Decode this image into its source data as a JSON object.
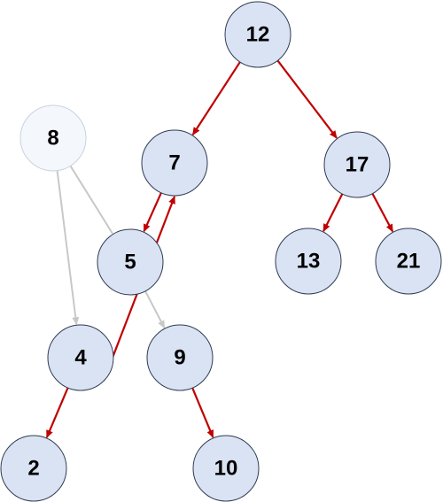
{
  "colors": {
    "node_fill": "#dae3f3",
    "node_stroke": "#2f3b52",
    "faded_fill": "#f4f7fb",
    "faded_stroke": "#c9d2e2",
    "active_edge": "#c00000",
    "faded_edge": "#c8c8c8"
  },
  "nodes": [
    {
      "id": "n12",
      "label": "12",
      "style": "normal"
    },
    {
      "id": "n7",
      "label": "7",
      "style": "normal"
    },
    {
      "id": "n17",
      "label": "17",
      "style": "normal"
    },
    {
      "id": "n8",
      "label": "8",
      "style": "faded"
    },
    {
      "id": "n5",
      "label": "5",
      "style": "normal"
    },
    {
      "id": "n13",
      "label": "13",
      "style": "normal"
    },
    {
      "id": "n21",
      "label": "21",
      "style": "normal"
    },
    {
      "id": "n4",
      "label": "4",
      "style": "normal"
    },
    {
      "id": "n9",
      "label": "9",
      "style": "normal"
    },
    {
      "id": "n2",
      "label": "2",
      "style": "normal"
    },
    {
      "id": "n10",
      "label": "10",
      "style": "normal"
    }
  ],
  "edges": [
    {
      "from": "n12",
      "to": "n7",
      "style": "active",
      "arrow": true
    },
    {
      "from": "n12",
      "to": "n17",
      "style": "active",
      "arrow": true
    },
    {
      "from": "n7",
      "to": "n5",
      "style": "active",
      "arrow": true
    },
    {
      "from": "n17",
      "to": "n13",
      "style": "active",
      "arrow": true
    },
    {
      "from": "n17",
      "to": "n21",
      "style": "active",
      "arrow": true
    },
    {
      "from": "n4",
      "to": "n7",
      "style": "active",
      "arrow": true
    },
    {
      "from": "n4",
      "to": "n2",
      "style": "active",
      "arrow": true
    },
    {
      "from": "n9",
      "to": "n10",
      "style": "active",
      "arrow": true
    },
    {
      "from": "n8",
      "to": "n4",
      "style": "faded",
      "arrow": true
    },
    {
      "from": "n8",
      "to": "n5",
      "style": "faded",
      "arrow": false
    },
    {
      "from": "n5",
      "to": "n9",
      "style": "faded",
      "arrow": true
    }
  ]
}
